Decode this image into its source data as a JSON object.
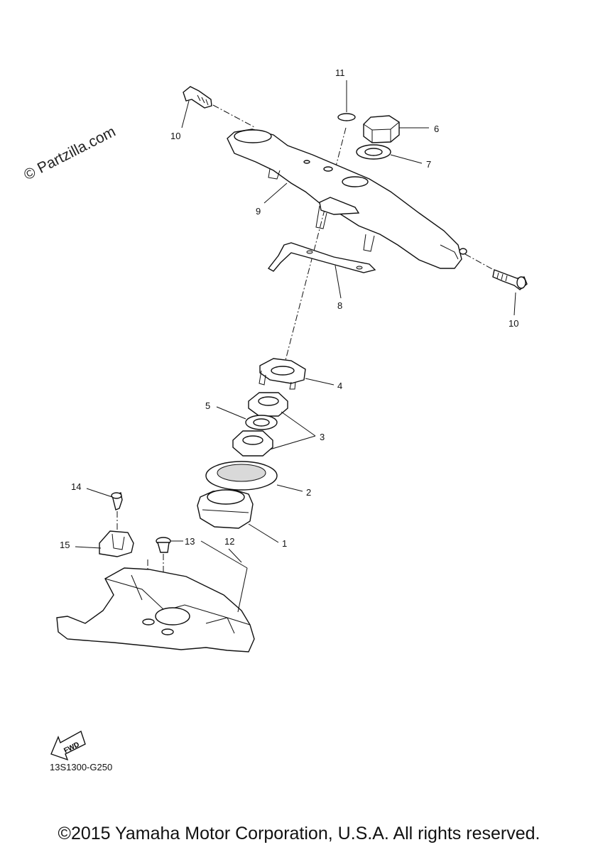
{
  "watermark": "© Partzilla.com",
  "diagram_code": "13S1300-G250",
  "copyright": "©2015 Yamaha Motor Corporation, U.S.A. All rights reserved.",
  "fwd_label": "FWD",
  "callouts": [
    "1",
    "2",
    "3",
    "4",
    "5",
    "6",
    "7",
    "8",
    "9",
    "10",
    "10",
    "11",
    "12",
    "13",
    "14",
    "15"
  ]
}
